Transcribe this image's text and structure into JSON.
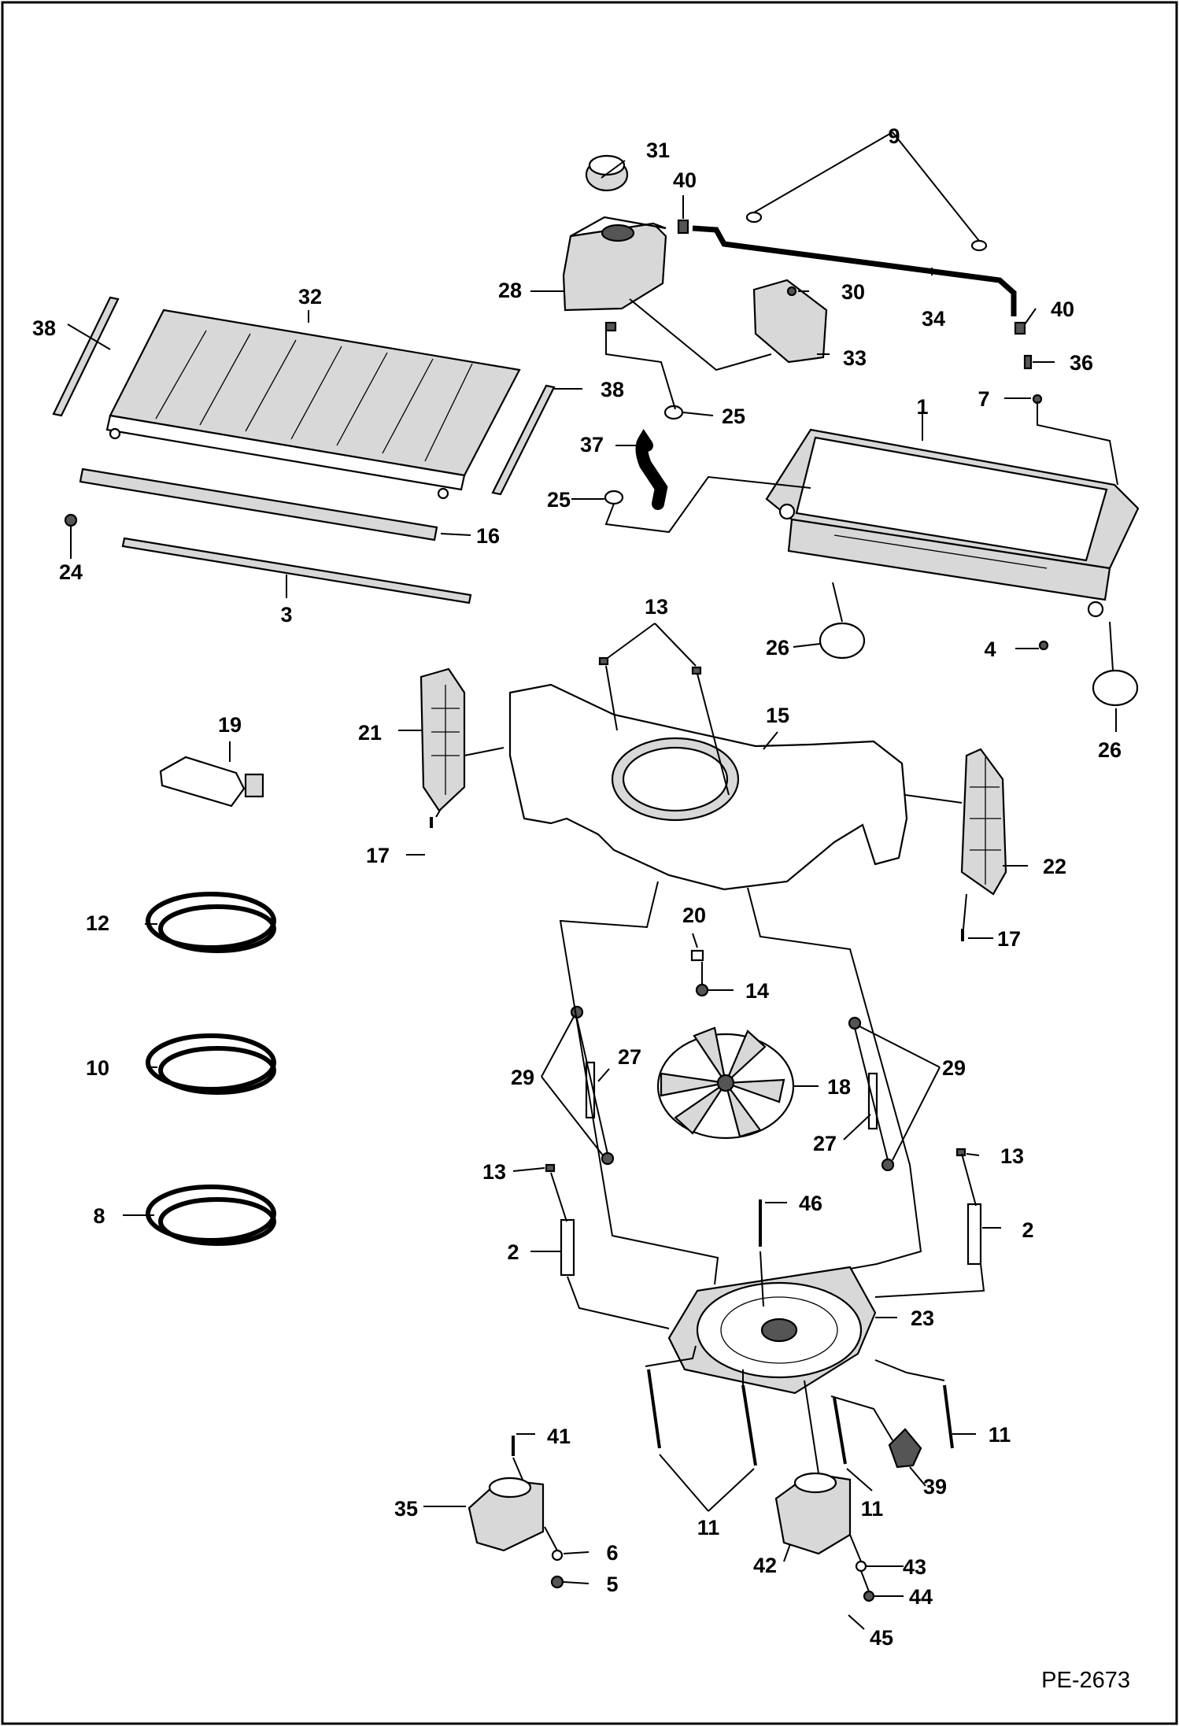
{
  "figure": {
    "reference_code": "PE-2673",
    "callout_numbers": [
      "1",
      "2",
      "3",
      "4",
      "5",
      "6",
      "7",
      "8",
      "9",
      "10",
      "11",
      "12",
      "13",
      "14",
      "15",
      "16",
      "17",
      "18",
      "19",
      "20",
      "21",
      "22",
      "23",
      "24",
      "25",
      "26",
      "27",
      "28",
      "29",
      "30",
      "31",
      "32",
      "33",
      "34",
      "35",
      "36",
      "37",
      "38",
      "39",
      "40",
      "41",
      "42",
      "43",
      "44",
      "45",
      "46"
    ]
  },
  "labels": {
    "c1": "1",
    "c2a": "2",
    "c2b": "2",
    "c3": "3",
    "c4": "4",
    "c5": "5",
    "c6": "6",
    "c7": "7",
    "c8": "8",
    "c9": "9",
    "c10": "10",
    "c11a": "11",
    "c11b": "11",
    "c11c": "11",
    "c12": "12",
    "c13a": "13",
    "c13b": "13",
    "c13c": "13",
    "c14": "14",
    "c15": "15",
    "c16": "16",
    "c17a": "17",
    "c17b": "17",
    "c18": "18",
    "c19": "19",
    "c20": "20",
    "c21": "21",
    "c22": "22",
    "c23": "23",
    "c24": "24",
    "c25a": "25",
    "c25b": "25",
    "c26a": "26",
    "c26b": "26",
    "c27a": "27",
    "c27b": "27",
    "c28": "28",
    "c29a": "29",
    "c29b": "29",
    "c30": "30",
    "c31": "31",
    "c32": "32",
    "c33": "33",
    "c34": "34",
    "c35": "35",
    "c36": "36",
    "c37": "37",
    "c38a": "38",
    "c38b": "38",
    "c39": "39",
    "c40a": "40",
    "c40b": "40",
    "c41": "41",
    "c42": "42",
    "c43": "43",
    "c44": "44",
    "c45": "45",
    "c46": "46"
  }
}
